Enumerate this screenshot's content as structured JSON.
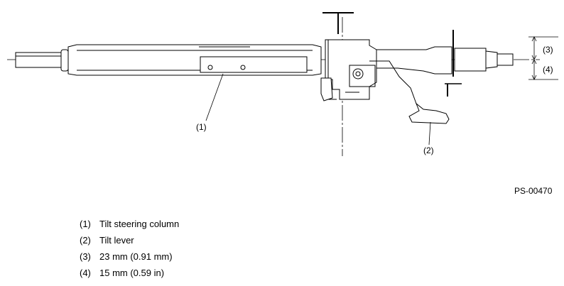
{
  "figure_id": "PS-00470",
  "callouts": {
    "c1": "(1)",
    "c2": "(2)",
    "c3": "(3)",
    "c4": "(4)"
  },
  "legend": [
    {
      "num": "(1)",
      "text": "Tilt steering column"
    },
    {
      "num": "(2)",
      "text": "Tilt lever"
    },
    {
      "num": "(3)",
      "text": "23 mm (0.91 mm)"
    },
    {
      "num": "(4)",
      "text": "15 mm (0.59 in)"
    }
  ]
}
